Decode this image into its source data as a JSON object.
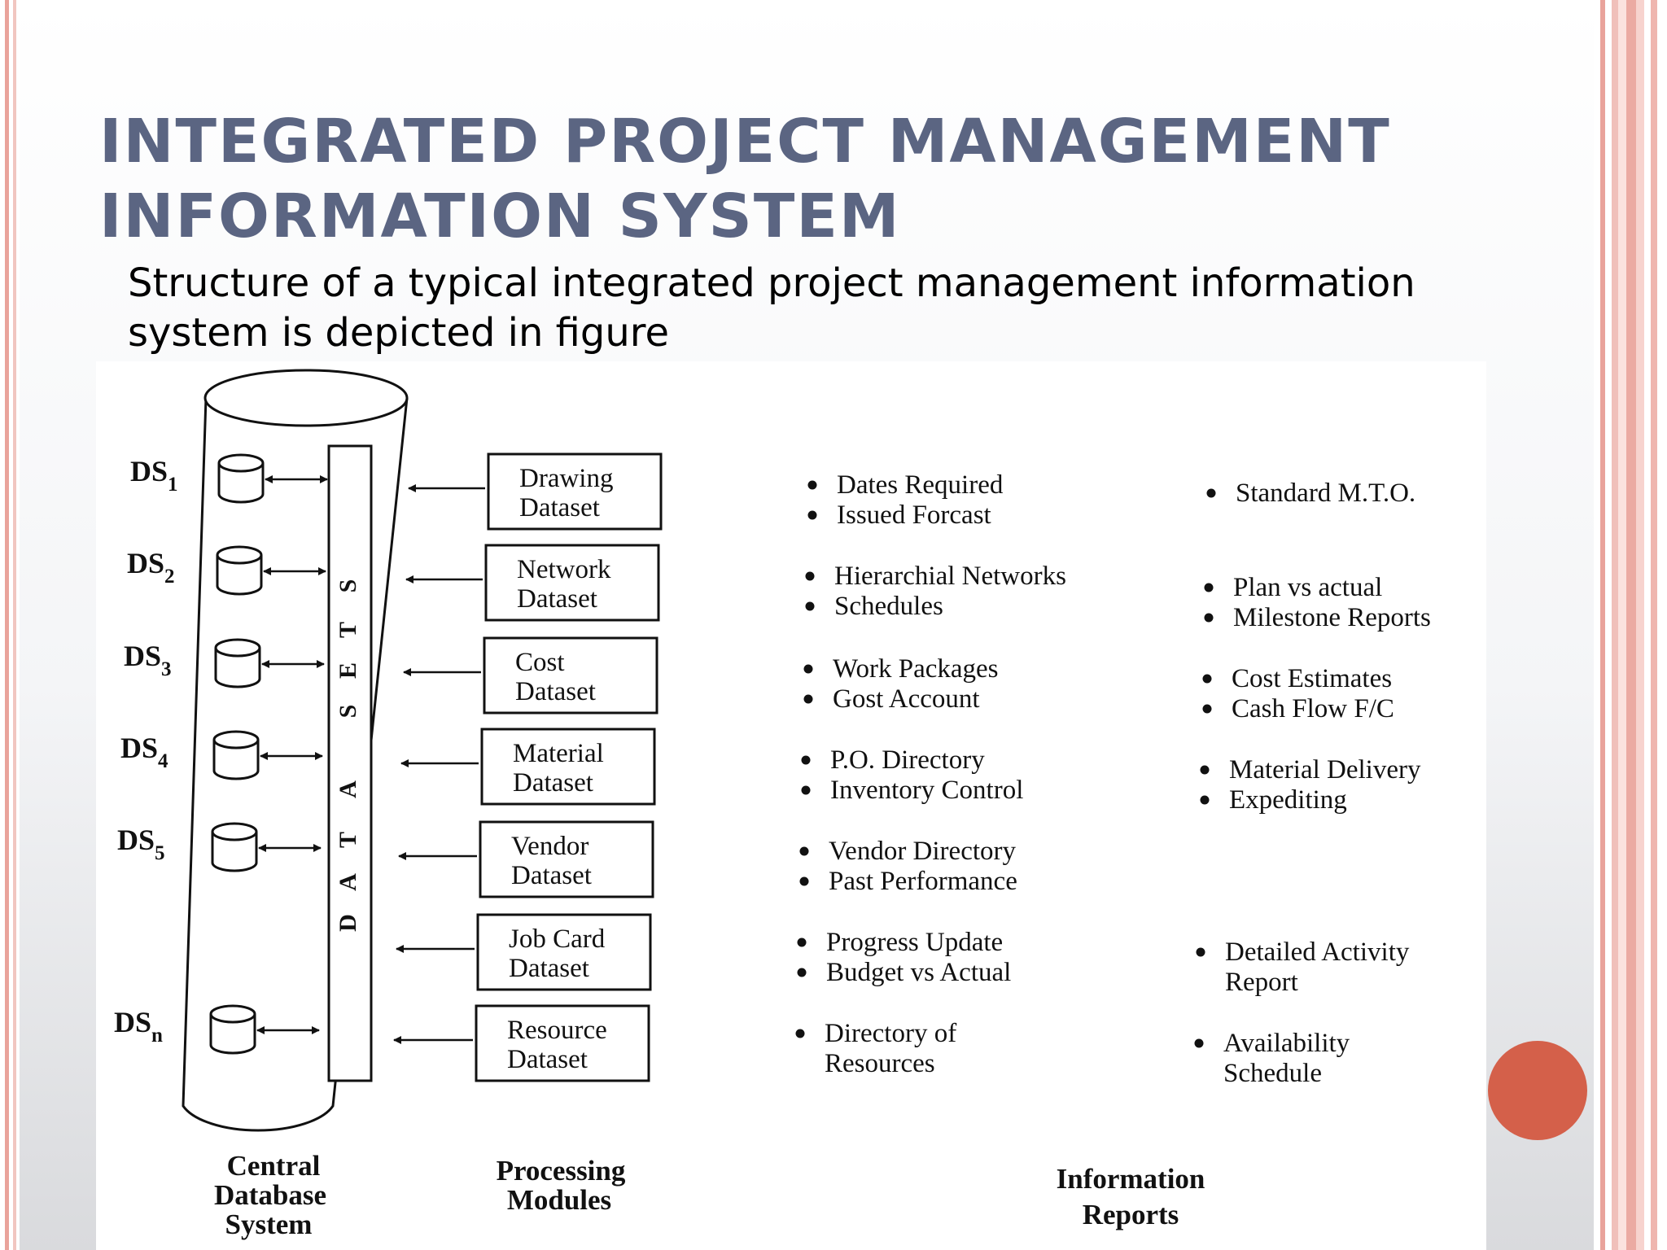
{
  "slide": {
    "title_lines": [
      "INTEGRATED PROJECT MANAGEMENT",
      "INFORMATION SYSTEM"
    ],
    "subtitle_lines": [
      "Structure of a typical integrated project management information",
      "system is depicted in figure"
    ]
  },
  "diagram": {
    "data_stores": [
      {
        "label": "DS",
        "sub": "1"
      },
      {
        "label": "DS",
        "sub": "2"
      },
      {
        "label": "DS",
        "sub": "3"
      },
      {
        "label": "DS",
        "sub": "4"
      },
      {
        "label": "DS",
        "sub": "5"
      },
      {
        "label": "DS",
        "sub": "n"
      }
    ],
    "datasets_letters": [
      "D",
      "A",
      "T",
      "A",
      "S",
      "E",
      "T",
      "S"
    ],
    "modules": [
      {
        "line1": "Drawing",
        "line2": "Dataset"
      },
      {
        "line1": "Network",
        "line2": "Dataset"
      },
      {
        "line1": "Cost",
        "line2": "Dataset"
      },
      {
        "line1": "Material",
        "line2": "Dataset"
      },
      {
        "line1": "Vendor",
        "line2": "Dataset"
      },
      {
        "line1": "Job Card",
        "line2": "Dataset"
      },
      {
        "line1": "Resource",
        "line2": "Dataset"
      }
    ],
    "reports_col1": [
      {
        "lines": [
          "Dates Required",
          "Issued Forcast"
        ],
        "bullets": [
          true,
          true
        ]
      },
      {
        "lines": [
          "Hierarchial Networks",
          "Schedules"
        ],
        "bullets": [
          true,
          true
        ]
      },
      {
        "lines": [
          "Work Packages",
          "Gost Account"
        ],
        "bullets": [
          true,
          true
        ]
      },
      {
        "lines": [
          "P.O. Directory",
          "Inventory Control"
        ],
        "bullets": [
          true,
          true
        ]
      },
      {
        "lines": [
          "Vendor Directory",
          "Past Performance"
        ],
        "bullets": [
          true,
          true
        ]
      },
      {
        "lines": [
          "Progress Update",
          "Budget vs Actual"
        ],
        "bullets": [
          true,
          true
        ]
      },
      {
        "lines": [
          "Directory of",
          "Resources"
        ],
        "bullets": [
          true,
          false
        ]
      }
    ],
    "reports_col2": [
      {
        "lines": [
          "Standard M.T.O."
        ],
        "bullets": [
          true
        ]
      },
      {
        "lines": [
          "Plan vs actual",
          "Milestone Reports"
        ],
        "bullets": [
          true,
          true
        ]
      },
      {
        "lines": [
          "Cost Estimates",
          "Cash Flow F/C"
        ],
        "bullets": [
          true,
          true
        ]
      },
      {
        "lines": [
          "Material Delivery",
          "Expediting"
        ],
        "bullets": [
          true,
          true
        ]
      },
      {
        "lines": [],
        "bullets": []
      },
      {
        "lines": [
          "Detailed Activity",
          "Report"
        ],
        "bullets": [
          true,
          false
        ]
      },
      {
        "lines": [
          "Availability",
          "Schedule"
        ],
        "bullets": [
          true,
          false
        ]
      }
    ],
    "captions": {
      "central": [
        "Central",
        "Database",
        "System"
      ],
      "processing": [
        "Processing",
        "Modules"
      ],
      "reports": [
        "Information",
        "Reports"
      ]
    }
  },
  "colors": {
    "title": "#5b6582",
    "accent_dot": "#d4604a",
    "frame_edge": "#e9a39b"
  }
}
